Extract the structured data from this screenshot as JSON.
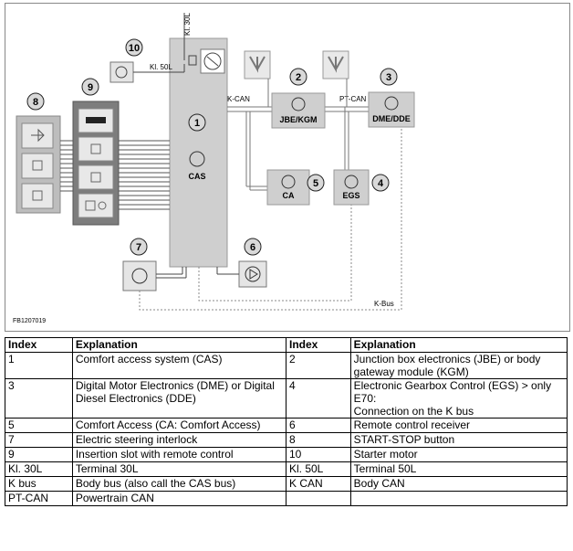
{
  "diagram": {
    "ref_code": "FB1207019",
    "labels": {
      "kl30l": "Kl. 30L",
      "kl50l": "Kl. 50L",
      "kcan": "K-CAN",
      "ptcan": "PT-CAN",
      "kbus": "K-Bus",
      "cas": "CAS",
      "jbe": "JBE/KGM",
      "dme": "DME/DDE",
      "ca": "CA",
      "egs": "EGS"
    },
    "numbers": [
      "1",
      "2",
      "3",
      "4",
      "5",
      "6",
      "7",
      "8",
      "9",
      "10"
    ]
  },
  "table": {
    "headers": [
      "Index",
      "Explanation",
      "Index",
      "Explanation"
    ],
    "rows": [
      [
        "1",
        "Comfort access system (CAS)",
        "2",
        "Junction box electronics (JBE) or body gateway module (KGM)"
      ],
      [
        "3",
        "Digital Motor Electronics (DME) or Digital Diesel Electronics (DDE)",
        "4",
        "Electronic Gearbox Control (EGS) > only E70:\nConnection on the K bus"
      ],
      [
        "5",
        "Comfort Access (CA: Comfort Access)",
        "6",
        "Remote control receiver"
      ],
      [
        "7",
        "Electric steering interlock",
        "8",
        "START-STOP button"
      ],
      [
        "9",
        "Insertion slot with remote control",
        "10",
        "Starter motor"
      ],
      [
        "Kl. 30L",
        "Terminal 30L",
        "Kl. 50L",
        "Terminal 50L"
      ],
      [
        "K bus",
        "Body bus (also call the CAS bus)",
        "K CAN",
        "Body CAN"
      ],
      [
        "PT-CAN",
        "Powertrain CAN",
        "",
        ""
      ]
    ]
  }
}
